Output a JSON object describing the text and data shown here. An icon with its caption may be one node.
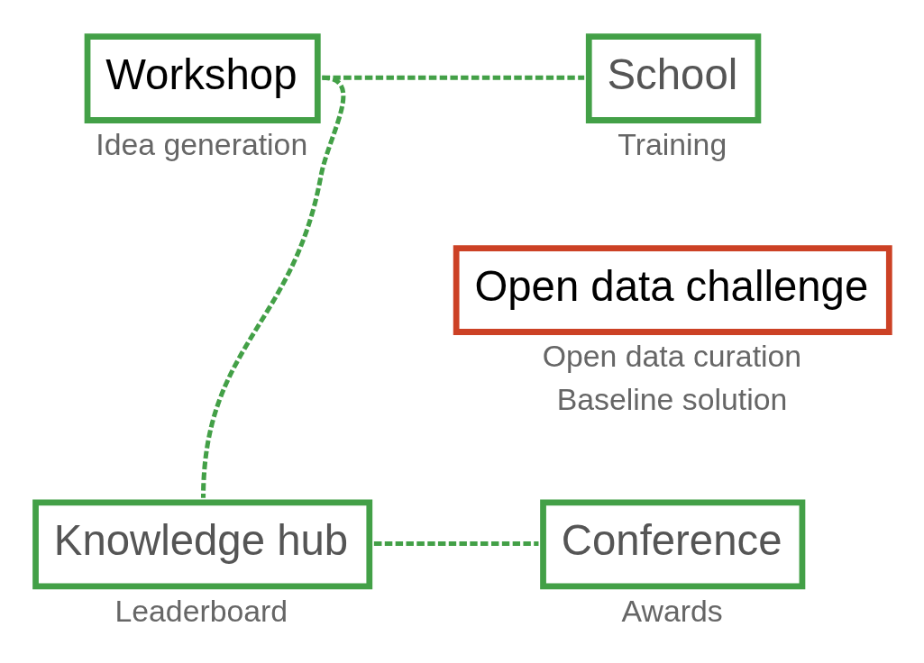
{
  "diagram": {
    "nodes": [
      {
        "text": [
          "Workshop"
        ],
        "beside": [
          "Idea generation"
        ]
      },
      {
        "text": [
          "School"
        ],
        "beside": [
          "Training"
        ]
      },
      {
        "text": [
          "Open data challenge"
        ],
        "beside": [
          "Open data curation",
          "Baseline solution"
        ]
      },
      {
        "text": [
          "Knowledge hub"
        ],
        "beside": [
          "Leaderboard"
        ]
      },
      {
        "text": [
          "Conference"
        ],
        "beside": [
          "Awards"
        ]
      }
    ],
    "edges": [
      {
        "from": 0,
        "to": 1,
        "arrow": "none",
        "style": "dashed"
      },
      {
        "from": 0,
        "to": 3,
        "arrow": "none",
        "style": "dashed"
      },
      {
        "from": 3,
        "to": 4,
        "arrow": "none",
        "style": "dashed"
      }
    ]
  }
}
